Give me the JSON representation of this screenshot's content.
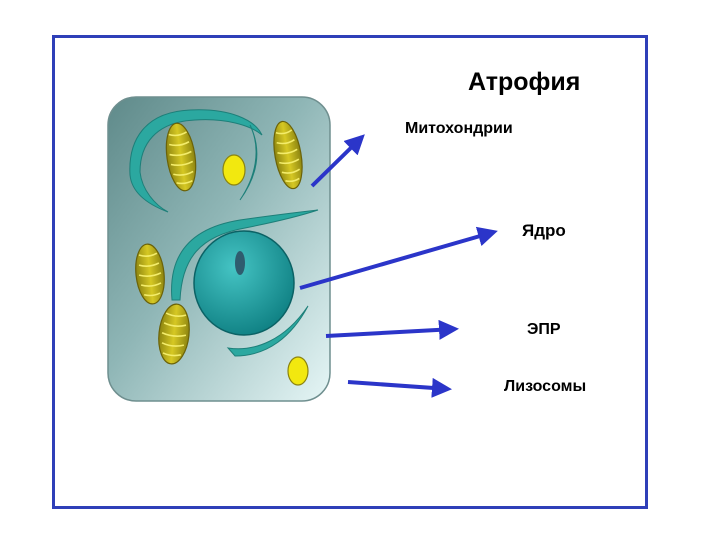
{
  "title": "Атрофия",
  "labels": {
    "mitochondria": "Митохондрии",
    "nucleus": "Ядро",
    "er": "ЭПР",
    "lysosomes": "Лизосомы"
  },
  "colors": {
    "frame": "#2f3fb8",
    "arrow": "#2b35c9",
    "cell_fill": "#7ea6a6",
    "nucleus_fill": "#1f9e9e",
    "mitochondria_fill": "#b8ac18",
    "lysosome_fill": "#f2e80f",
    "er_fill": "#2ba8a0"
  },
  "icons": [
    "cell-body",
    "nucleus-icon",
    "mitochondrion-icon",
    "lysosome-icon",
    "er-icon",
    "arrow-icon"
  ]
}
